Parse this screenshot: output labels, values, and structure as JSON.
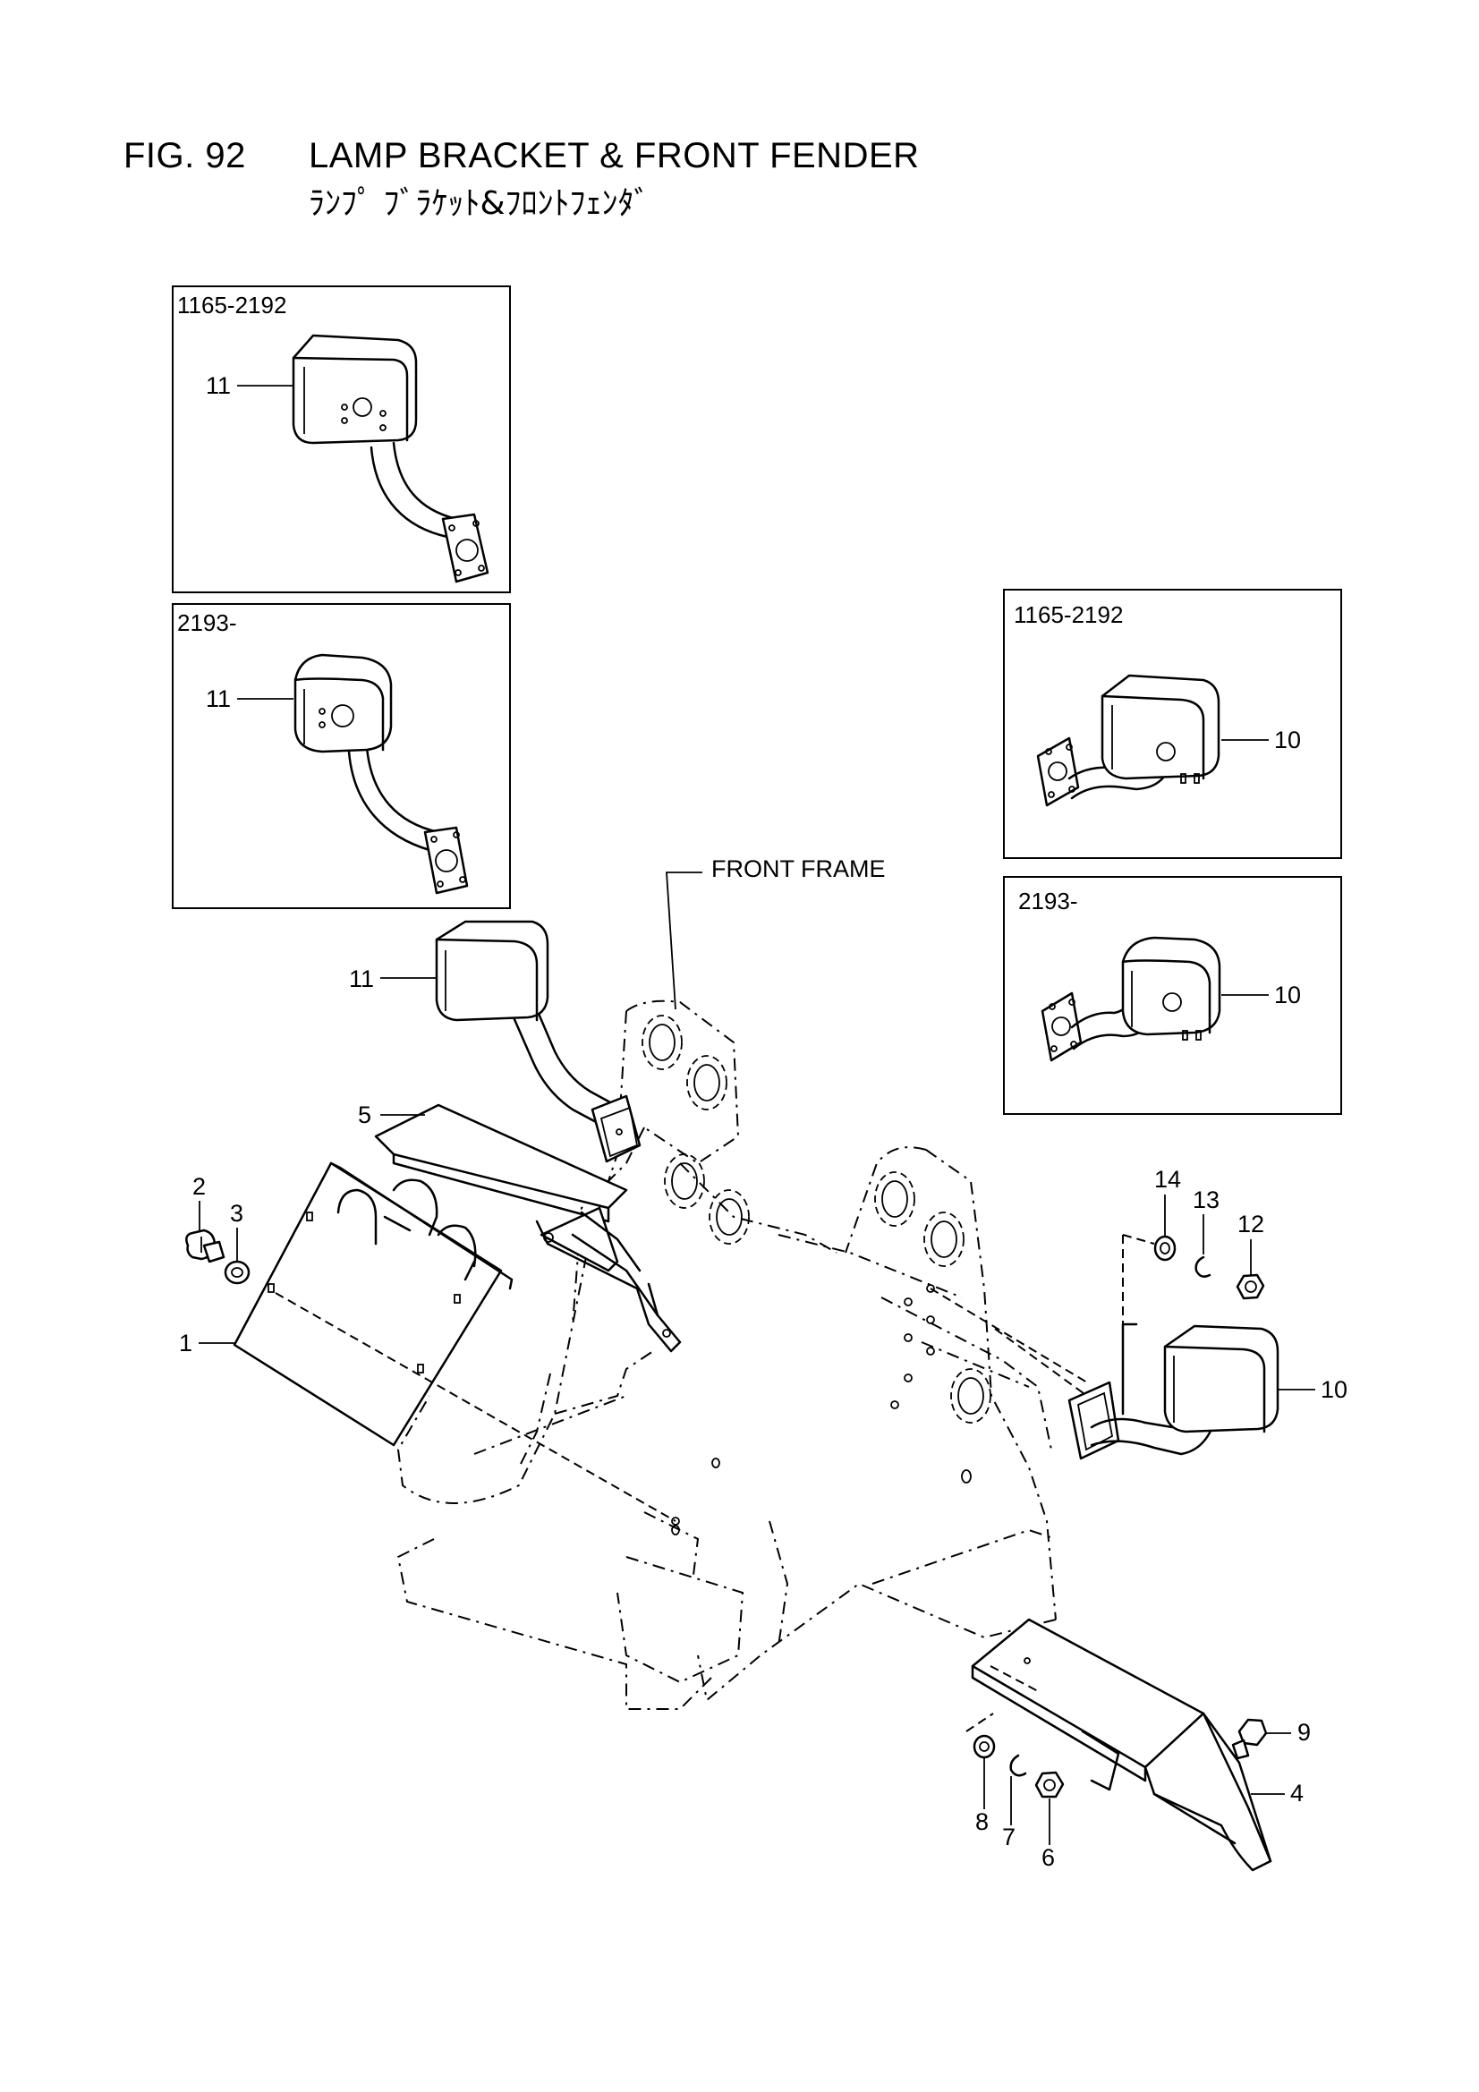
{
  "header": {
    "fig_number": "FIG. 92",
    "title": "LAMP BRACKET & FRONT FENDER",
    "subtitle": "ﾗﾝﾌﾟ ﾌﾞﾗｹｯﾄ&ﾌﾛﾝﾄﾌｪﾝﾀﾞ"
  },
  "inset_boxes": {
    "left_top": {
      "serial": "1165-2192",
      "part": "11"
    },
    "left_bottom": {
      "serial": "2193-",
      "part": "11"
    },
    "right_top": {
      "serial": "1165-2192",
      "part": "10"
    },
    "right_bottom": {
      "serial": "2193-",
      "part": "10"
    }
  },
  "callouts": {
    "front_frame": "FRONT FRAME",
    "p1": "1",
    "p2": "2",
    "p3": "3",
    "p4": "4",
    "p5": "5",
    "p6": "6",
    "p7": "7",
    "p8": "8",
    "p9": "9",
    "p10": "10",
    "p11": "11",
    "p12": "12",
    "p13": "13",
    "p14": "14"
  }
}
